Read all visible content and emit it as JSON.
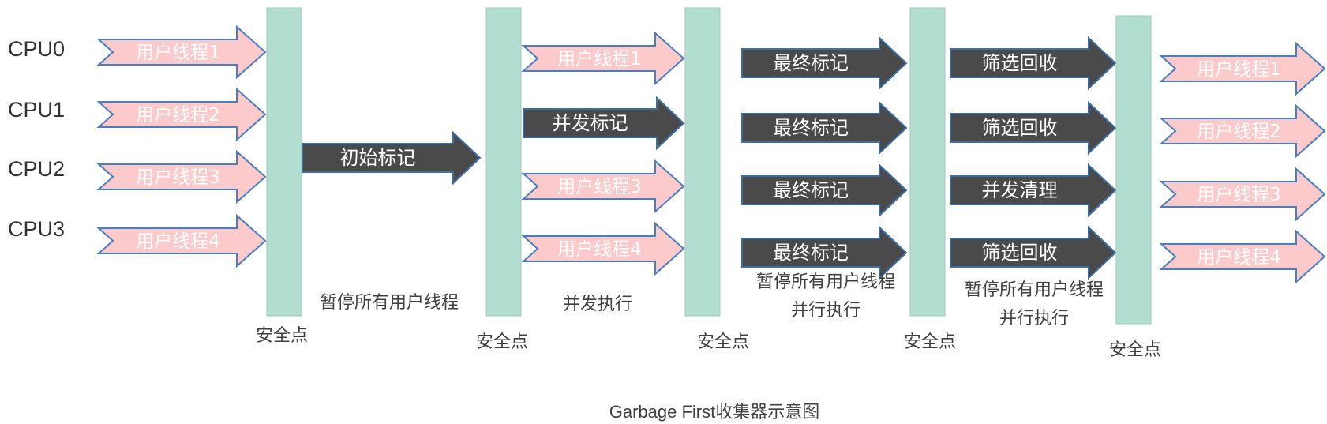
{
  "cpus": [
    "CPU0",
    "CPU1",
    "CPU2",
    "CPU3"
  ],
  "safepoint_label": "安全点",
  "colors": {
    "user_fill": "#fccaca",
    "user_stroke": "#4a7ec0",
    "gc_fill": "#4a4a4a",
    "gc_stroke": "#3c6ea8",
    "safepoint_fill": "#b2ded1",
    "safepoint_stroke": "#9ccabd"
  },
  "phases": [
    {
      "arrows": [
        {
          "kind": "user",
          "label": "用户线程1"
        },
        {
          "kind": "user",
          "label": "用户线程2"
        },
        {
          "kind": "user",
          "label": "用户线程3"
        },
        {
          "kind": "user",
          "label": "用户线程4"
        }
      ]
    },
    {
      "arrows": [
        {
          "kind": "gc",
          "label": "初始标记"
        }
      ],
      "note": [
        "暂停所有用户线程"
      ]
    },
    {
      "arrows": [
        {
          "kind": "user",
          "label": "用户线程1"
        },
        {
          "kind": "gc",
          "label": "并发标记"
        },
        {
          "kind": "user",
          "label": "用户线程3"
        },
        {
          "kind": "user",
          "label": "用户线程4"
        }
      ],
      "note": [
        "并发执行"
      ]
    },
    {
      "arrows": [
        {
          "kind": "gc",
          "label": "最终标记"
        },
        {
          "kind": "gc",
          "label": "最终标记"
        },
        {
          "kind": "gc",
          "label": "最终标记"
        },
        {
          "kind": "gc",
          "label": "最终标记"
        }
      ],
      "note": [
        "暂停所有用户线程",
        "并行执行"
      ]
    },
    {
      "arrows": [
        {
          "kind": "gc",
          "label": "筛选回收"
        },
        {
          "kind": "gc",
          "label": "筛选回收"
        },
        {
          "kind": "gc",
          "label": "并发清理"
        },
        {
          "kind": "gc",
          "label": "筛选回收"
        }
      ],
      "note": [
        "暂停所有用户线程",
        "并行执行"
      ]
    },
    {
      "arrows": [
        {
          "kind": "user",
          "label": "用户线程1"
        },
        {
          "kind": "user",
          "label": "用户线程2"
        },
        {
          "kind": "user",
          "label": "用户线程3"
        },
        {
          "kind": "user",
          "label": "用户线程4"
        }
      ]
    }
  ],
  "caption": "Garbage First收集器示意图"
}
